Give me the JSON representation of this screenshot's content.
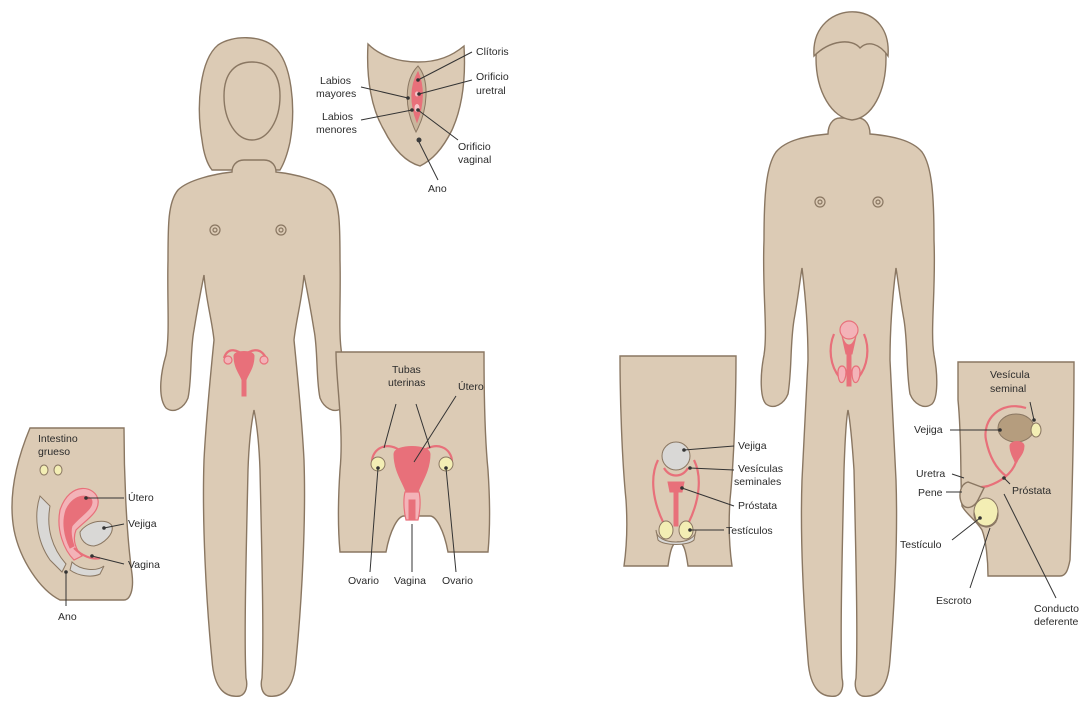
{
  "colors": {
    "skin": "#dccbb5",
    "outline": "#8a7762",
    "organ": "#e8707a",
    "organ_light": "#f3b3b8",
    "ovary": "#f3eeb4",
    "grey": "#d9d8d6",
    "brown": "#b59d7e"
  },
  "female": {
    "vulva_labels": {
      "clitoris": "Clítoris",
      "orificio_uretral_1": "Orificio",
      "orificio_uretral_2": "uretral",
      "labios_mayores_1": "Labios",
      "labios_mayores_2": "mayores",
      "labios_menores_1": "Labios",
      "labios_menores_2": "menores",
      "orificio_vaginal_1": "Orificio",
      "orificio_vaginal_2": "vaginal",
      "ano": "Ano"
    },
    "pelvis_labels": {
      "tubas_1": "Tubas",
      "tubas_2": "uterinas",
      "utero": "Útero",
      "ovario_left": "Ovario",
      "vagina": "Vagina",
      "ovario_right": "Ovario"
    },
    "side_labels": {
      "intestino_1": "Intestino",
      "intestino_2": "grueso",
      "utero": "Útero",
      "vejiga": "Vejiga",
      "vagina": "Vagina",
      "ano": "Ano"
    }
  },
  "male": {
    "front_labels": {
      "vejiga": "Vejiga",
      "vesiculas_1": "Vesículas",
      "vesiculas_2": "seminales",
      "prostata": "Próstata",
      "testiculos": "Testículos"
    },
    "side_labels": {
      "vesicula_1": "Vesícula",
      "vesicula_2": "seminal",
      "vejiga": "Vejiga",
      "uretra": "Uretra",
      "pene": "Pene",
      "prostata": "Próstata",
      "testiculo": "Testículo",
      "escroto": "Escroto",
      "conducto_1": "Conducto",
      "conducto_2": "deferente"
    }
  }
}
